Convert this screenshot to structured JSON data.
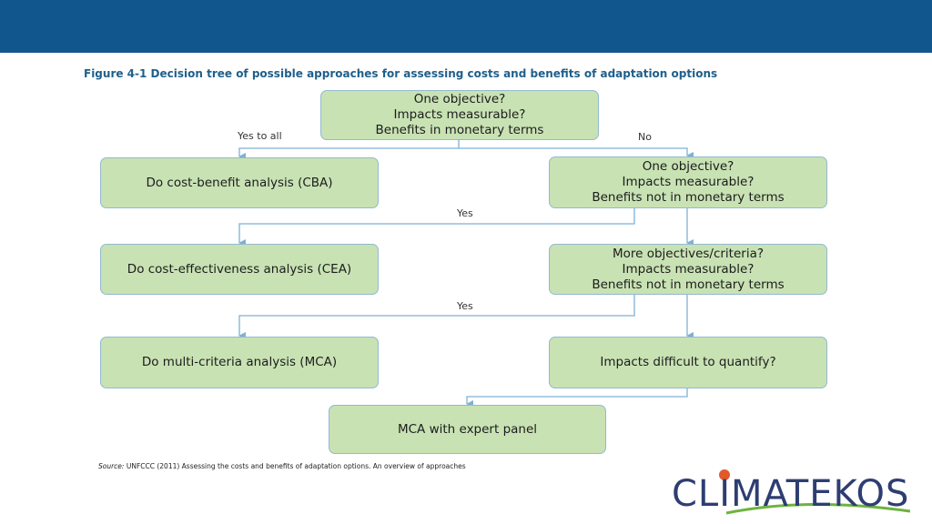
{
  "header": {
    "bar_color": "#12568e"
  },
  "figure": {
    "title": "Figure 4-1 Decision tree of possible approaches for assessing costs and benefits of adaptation options"
  },
  "nodes": {
    "top": [
      "One objective?",
      "Impacts measurable?",
      "Benefits in monetary terms"
    ],
    "cba": "Do cost-benefit analysis (CBA)",
    "q2": [
      "One objective?",
      "Impacts measurable?",
      "Benefits not in monetary terms"
    ],
    "cea": "Do cost-effectiveness analysis (CEA)",
    "q3": [
      "More objectives/criteria?",
      "Impacts measurable?",
      "Benefits not in monetary terms"
    ],
    "mca": "Do multi-criteria analysis (MCA)",
    "q4": "Impacts difficult to quantify?",
    "expert": "MCA with expert panel"
  },
  "edge_labels": {
    "yes_to_all": "Yes to all",
    "no": "No",
    "yes_1": "Yes",
    "yes_2": "Yes"
  },
  "source": {
    "label": "Source:",
    "text": "UNFCCC (2011) Assessing the costs and benefits of adaptation options. An overview of approaches"
  },
  "logo": {
    "text": "CLIMATEKOS",
    "dot_color": "#e05a2b",
    "swoosh_color": "#6cb33f"
  },
  "colors": {
    "box_fill": "#c8e2b4",
    "box_border": "#93b9cf",
    "connector": "#7fb0d6",
    "title": "#1f5f8b"
  }
}
